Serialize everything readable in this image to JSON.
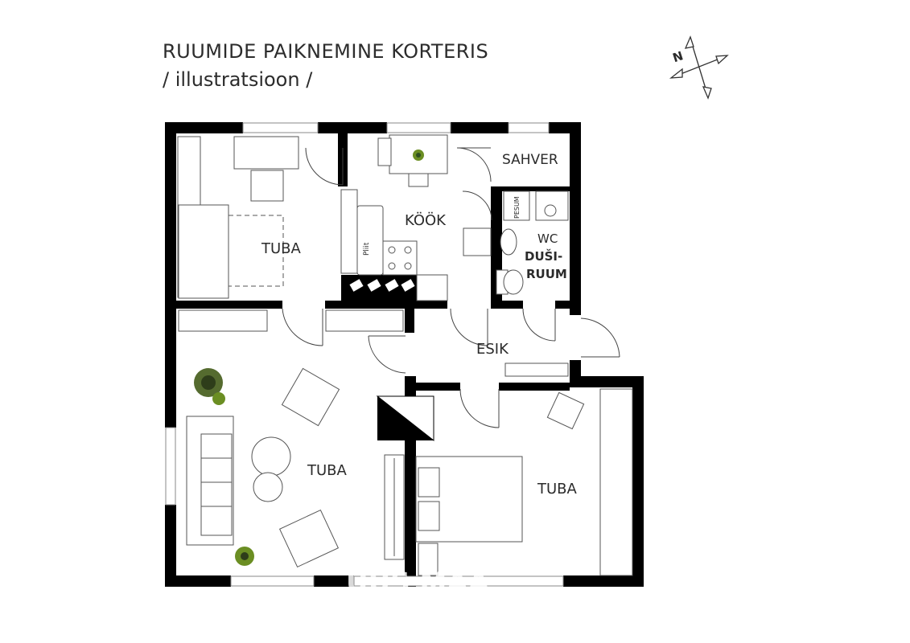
{
  "header": {
    "title": "RUUMIDE PAIKNEMINE KORTERIS",
    "subtitle": "/ illustratsioon /"
  },
  "compass": {
    "north_label": "N"
  },
  "rooms": {
    "sahver": "SAHVER",
    "kook": "KÖÖK",
    "tuba_top": "TUBA",
    "wc_line1": "WC",
    "wc_line2": "DUŠI-",
    "wc_line3": "RUUM",
    "esik": "ESIK",
    "tuba_living": "TUBA",
    "tuba_bedroom": "TUBA"
  },
  "fixtures": {
    "pliit": "Pliit",
    "pesum": "PESUM"
  },
  "watermark": "UUS MAA"
}
